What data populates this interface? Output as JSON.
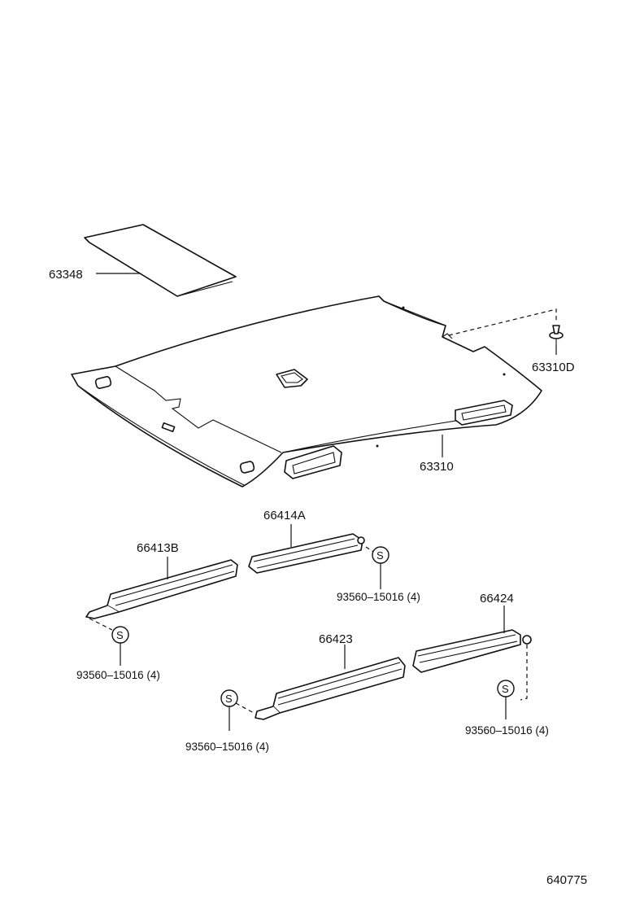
{
  "parts": {
    "sunvisor_pad": "63348",
    "headliner": "63310",
    "clip": "63310D",
    "rail_66413b": "66413B",
    "rail_66414a": "66414A",
    "rail_66423": "66423",
    "rail_66424": "66424",
    "screw_1": "93560–15016 (4)",
    "screw_2": "93560–15016 (4)",
    "screw_3": "93560–15016 (4)",
    "screw_4": "93560–15016 (4)"
  },
  "screw_symbol": "S",
  "diagram_number": "640775"
}
